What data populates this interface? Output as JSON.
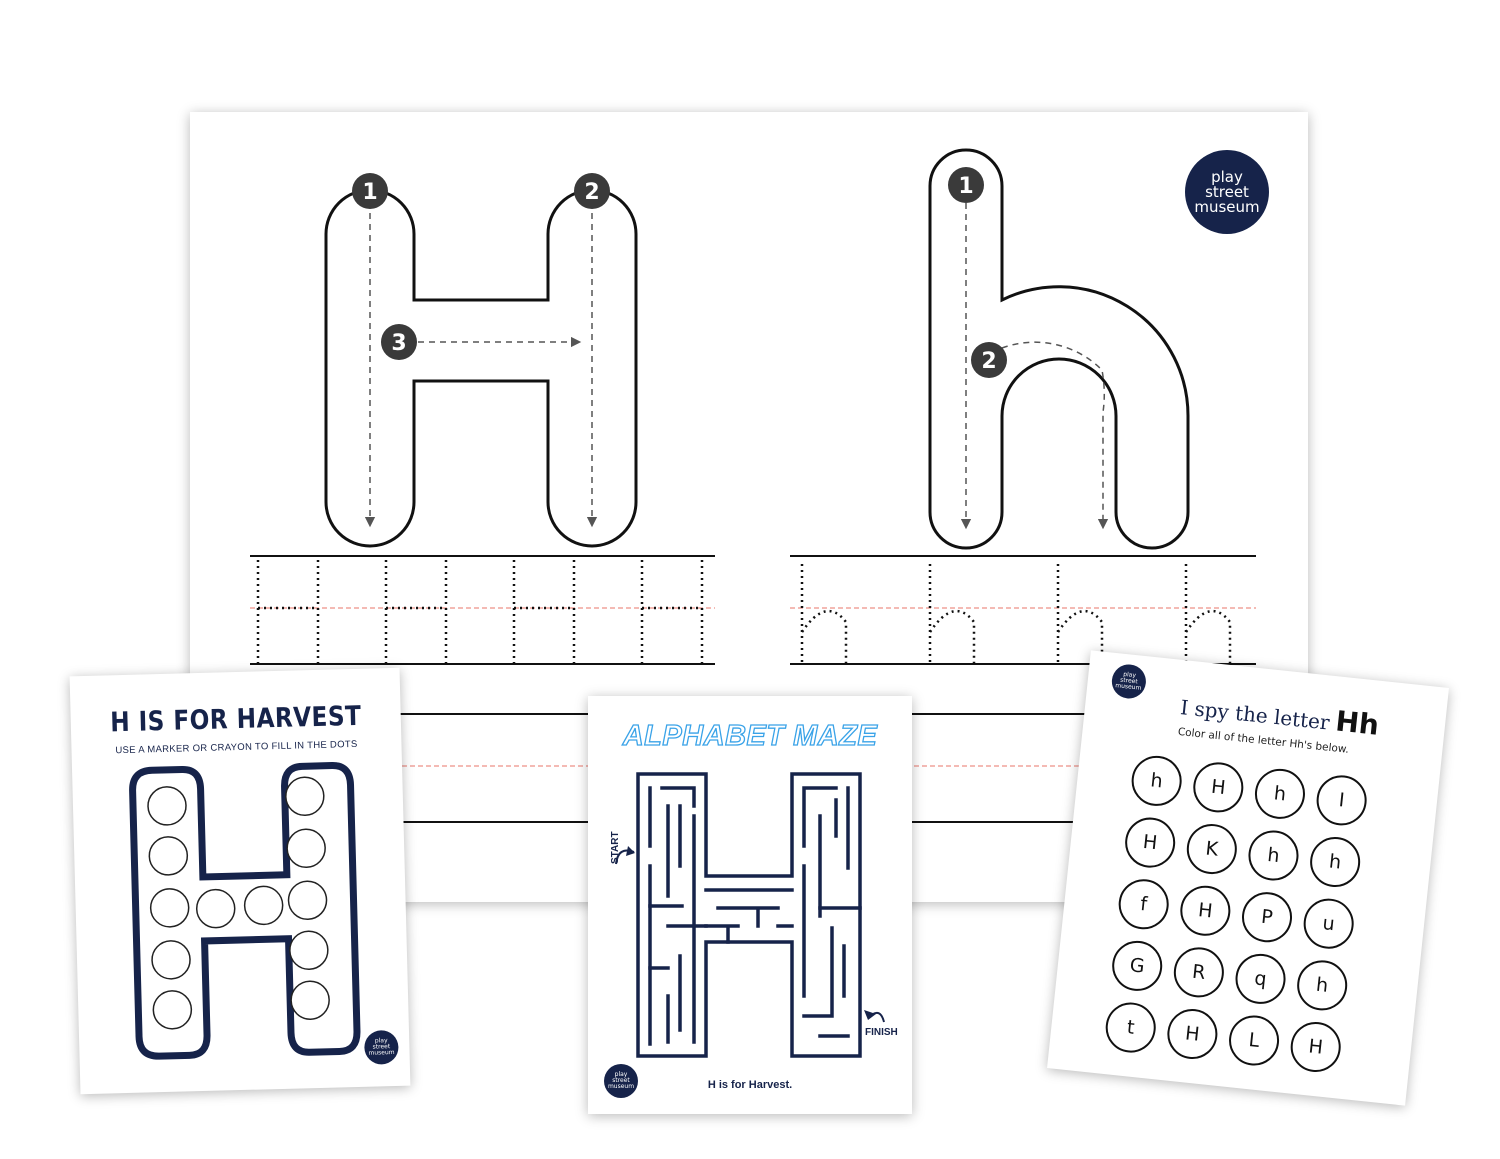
{
  "main_sheet": {
    "stroke_numbers": {
      "upper_1": "1",
      "upper_2": "2",
      "upper_3": "3",
      "lower_1": "1",
      "lower_2": "2"
    },
    "logo": [
      "play",
      "street",
      "museum"
    ]
  },
  "dot_sheet": {
    "title": "H IS FOR HARVEST",
    "subtitle": "USE A MARKER OR CRAYON TO FILL IN THE DOTS",
    "logo": [
      "play",
      "street",
      "museum"
    ]
  },
  "maze_sheet": {
    "title": "ALPHABET MAZE",
    "start_label": "START",
    "finish_label": "FINISH",
    "caption": "H is for Harvest.",
    "logo": [
      "play",
      "street",
      "museum"
    ]
  },
  "spy_sheet": {
    "title": "I spy the letter",
    "title_letter": "Hh",
    "instruction": "Color all of the letter Hh's below.",
    "logo": [
      "play",
      "street",
      "museum"
    ],
    "letters": [
      [
        "h",
        "H",
        "h",
        "I"
      ],
      [
        "H",
        "K",
        "h",
        "h"
      ],
      [
        "f",
        "H",
        "P",
        "u"
      ],
      [
        "G",
        "R",
        "q",
        "h"
      ],
      [
        "t",
        "H",
        "L",
        "H"
      ]
    ]
  },
  "colors": {
    "navy": "#16234a",
    "maze_blue": "#3aa3e8",
    "guide_red": "#e8746a"
  }
}
